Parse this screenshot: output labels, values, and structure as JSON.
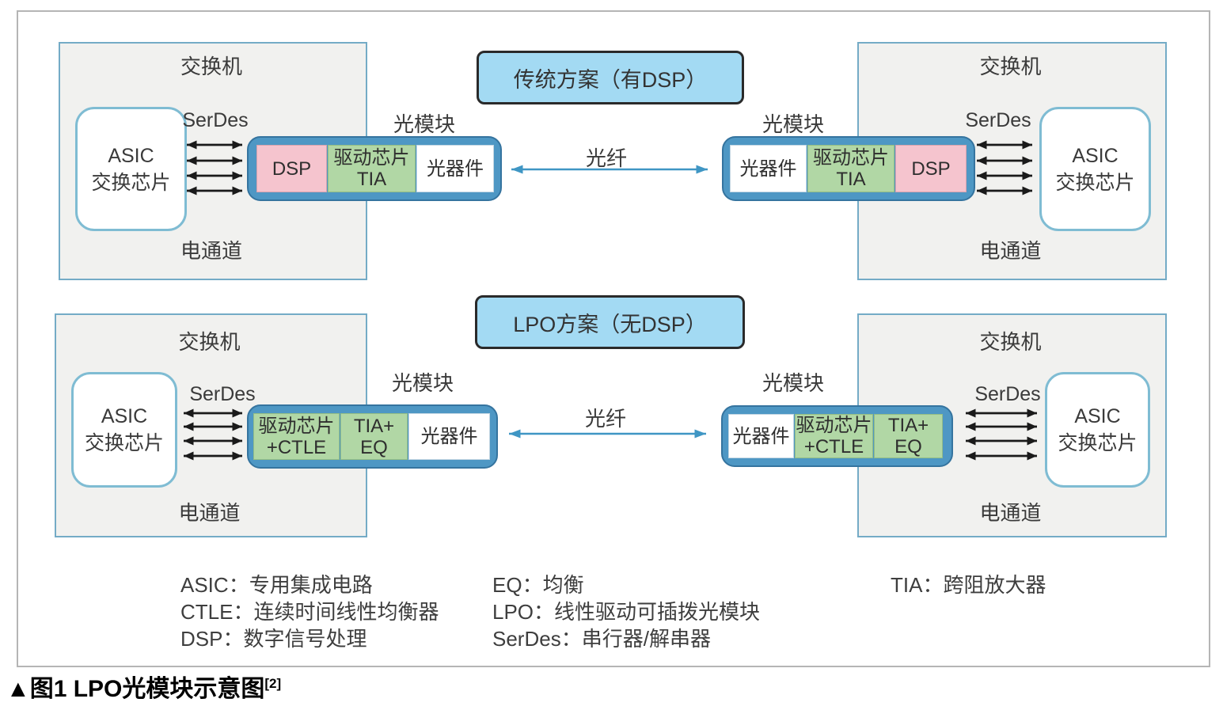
{
  "caption": {
    "text": "▲图1 LPO光模块示意图",
    "reference": "[2]"
  },
  "labels": {
    "switch": "交换机",
    "serdes": "SerDes",
    "electrical_channel": "电通道",
    "asic_chip_line1": "ASIC",
    "asic_chip_line2": "交换芯片",
    "optical_module": "光模块",
    "optical_device": "光器件",
    "fiber": "光纤"
  },
  "schemes": {
    "traditional": {
      "title": "传统方案（有DSP）",
      "dsp": "DSP",
      "driver_tia_line1": "驱动芯片",
      "driver_tia_line2": "TIA"
    },
    "lpo": {
      "title": "LPO方案（无DSP）",
      "driver_ctle_line1": "驱动芯片",
      "driver_ctle_line2": "+CTLE",
      "tia_eq_line1": "TIA+",
      "tia_eq_line2": "EQ"
    }
  },
  "legend": {
    "separator": "：",
    "items": [
      {
        "term": "ASIC",
        "definition": "专用集成电路"
      },
      {
        "term": "CTLE",
        "definition": "连续时间线性均衡器"
      },
      {
        "term": "DSP",
        "definition": "数字信号处理"
      },
      {
        "term": "EQ",
        "definition": "均衡"
      },
      {
        "term": "LPO",
        "definition": "线性驱动可插拨光模块"
      },
      {
        "term": "SerDes",
        "definition": "串行器/解串器"
      },
      {
        "term": "TIA",
        "definition": "跨阻放大器"
      }
    ]
  },
  "colors": {
    "module_shell": "#4e97c4",
    "module_shell_border": "#35749f",
    "cell_pink": "#f5c4ce",
    "cell_green": "#b1d7a5",
    "badge_blue": "#a3daf3",
    "switch_fill": "#f1f1ef",
    "switch_border": "#74abc6",
    "asic_border": "#7fbcd3",
    "fiber_arrow": "#3f96c4",
    "arrow_black": "#1a1a1a",
    "frame_border": "#b5b5b5"
  }
}
